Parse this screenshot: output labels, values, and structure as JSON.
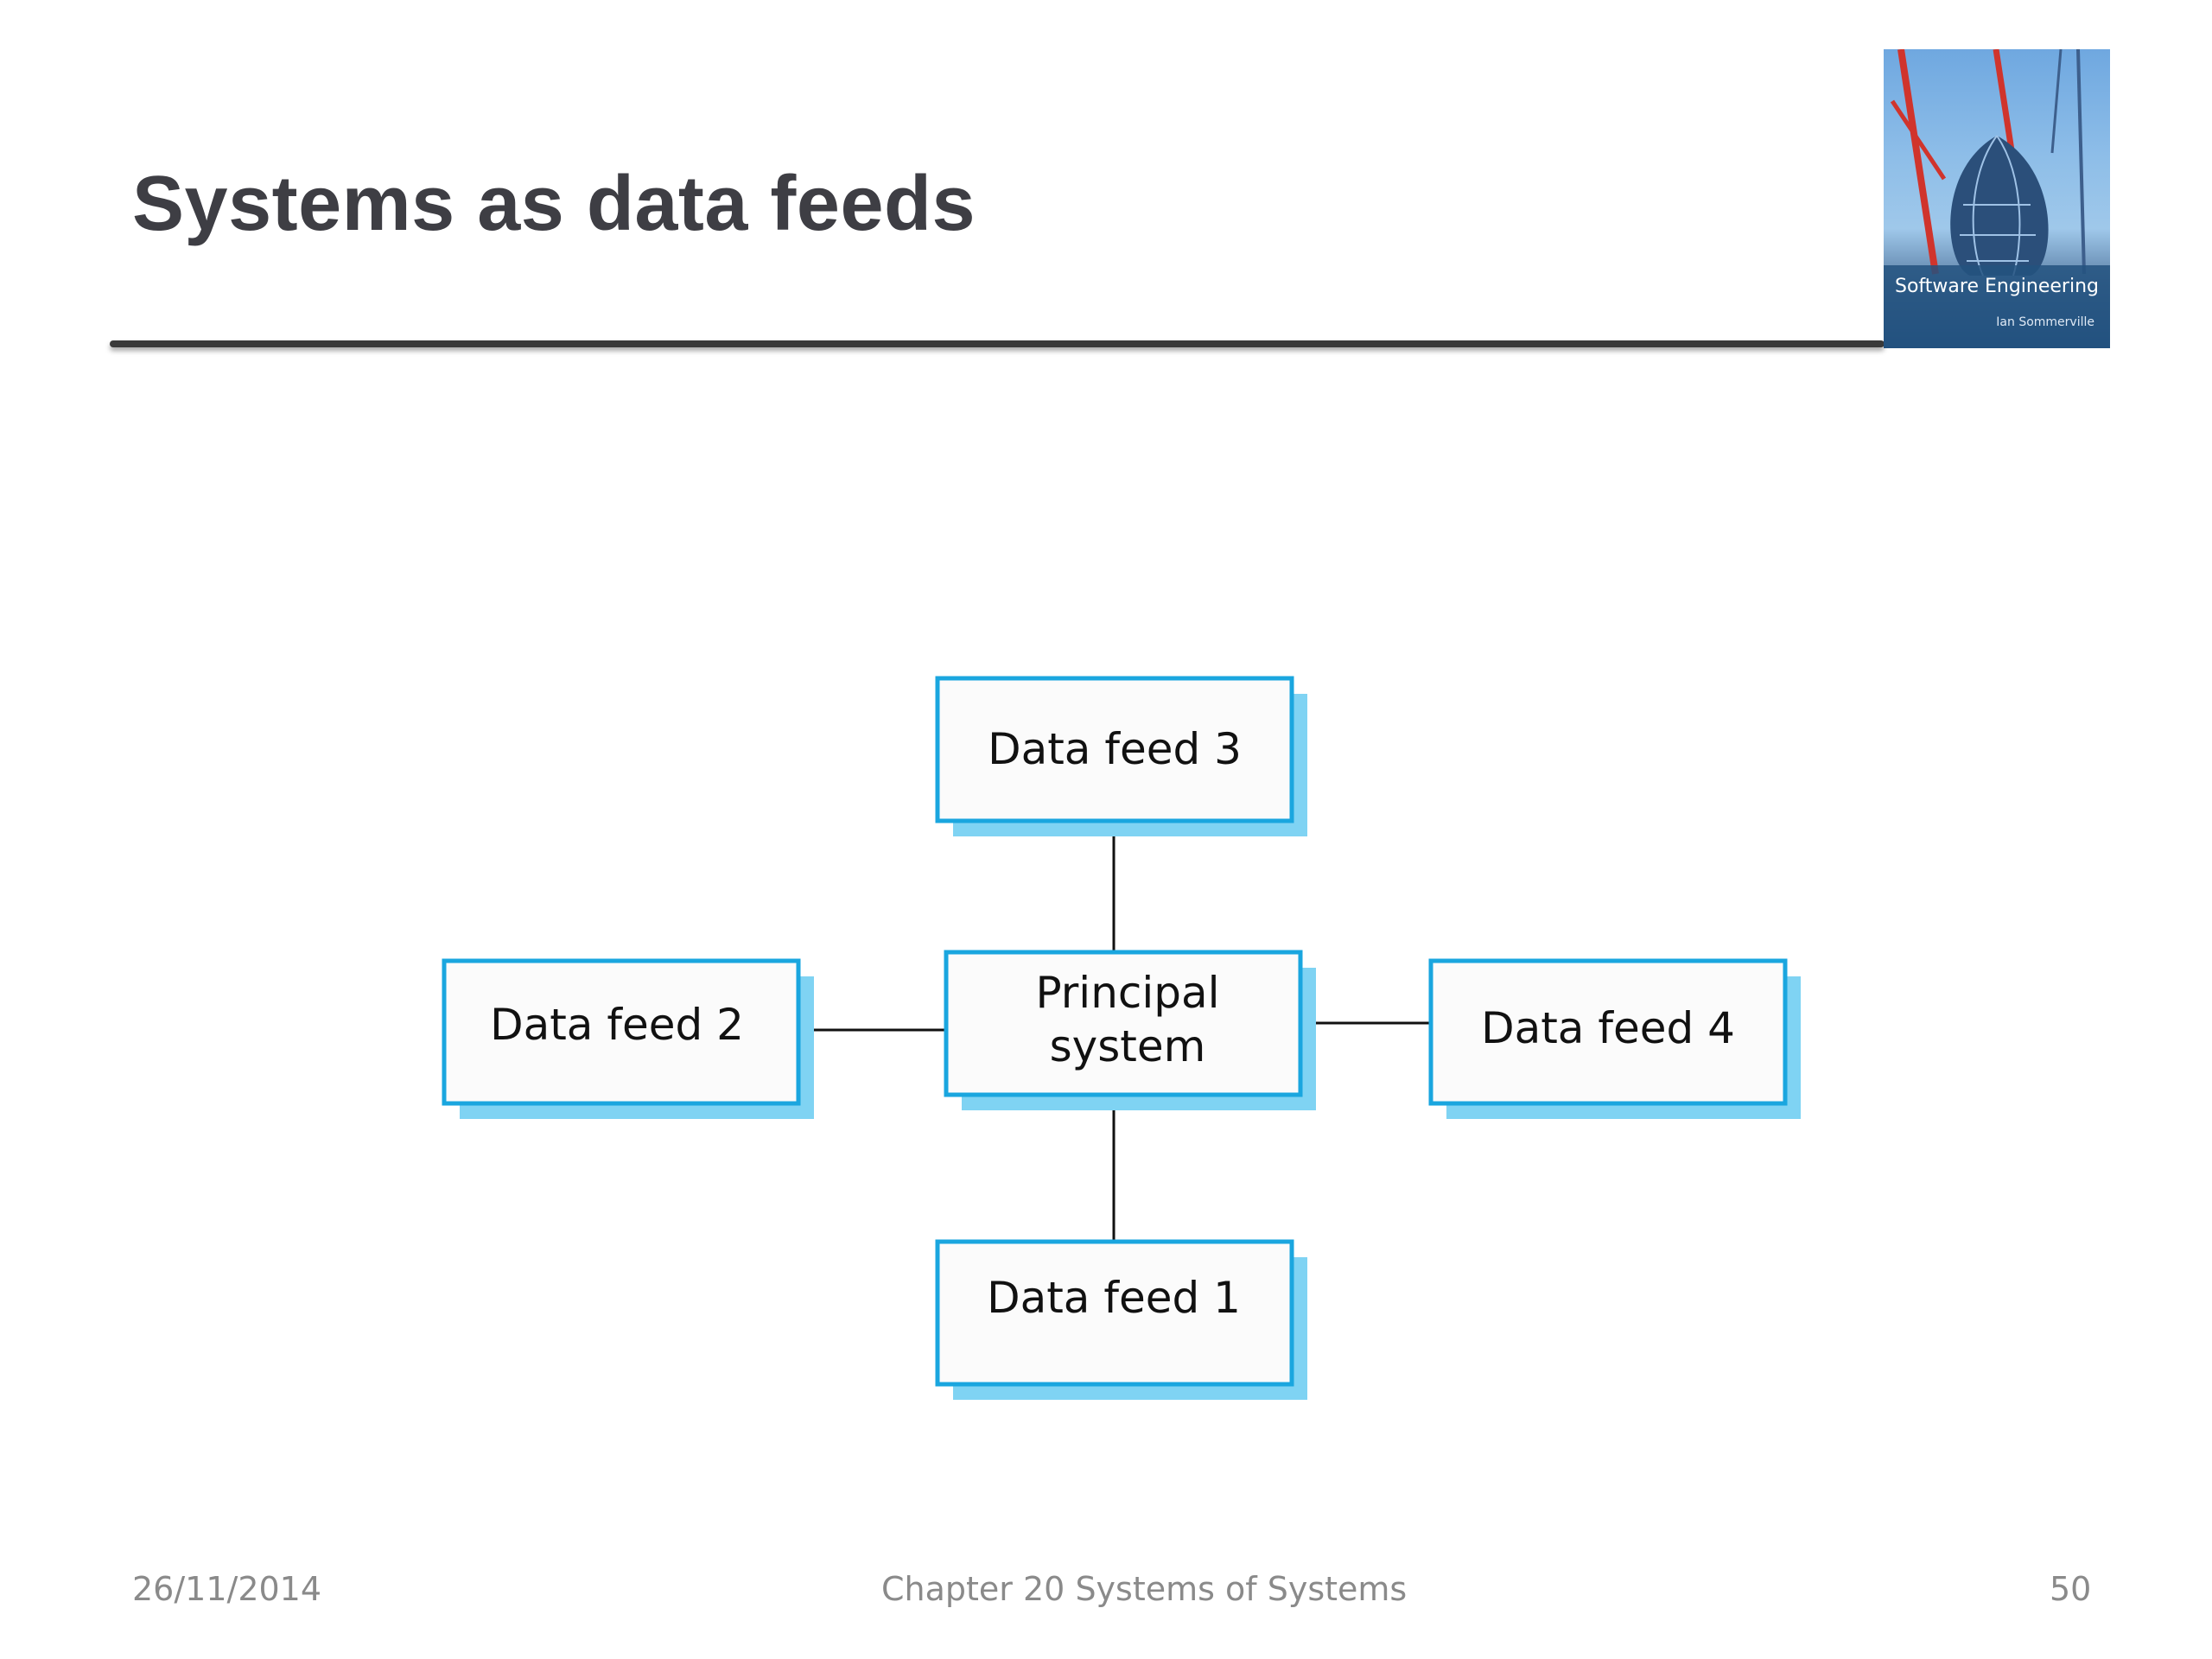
{
  "slide": {
    "title": "Systems as data feeds",
    "book_cover": {
      "title": "Software Engineering",
      "author": "Ian Sommerville"
    },
    "footer": {
      "date": "26/11/2014",
      "chapter": "Chapter 20 Systems of Systems",
      "page": "50"
    }
  },
  "diagram": {
    "colors": {
      "border": "#1aa6df",
      "shadow": "#7fd3f3",
      "fill": "#fbfbfb",
      "connector": "#111111"
    },
    "nodes": {
      "feed3": {
        "label": "Data feed 3"
      },
      "feed2": {
        "label": "Data feed 2"
      },
      "principal": {
        "line1": "Principal",
        "line2": "system"
      },
      "feed4": {
        "label": "Data feed 4"
      },
      "feed1": {
        "label": "Data feed 1"
      }
    }
  }
}
